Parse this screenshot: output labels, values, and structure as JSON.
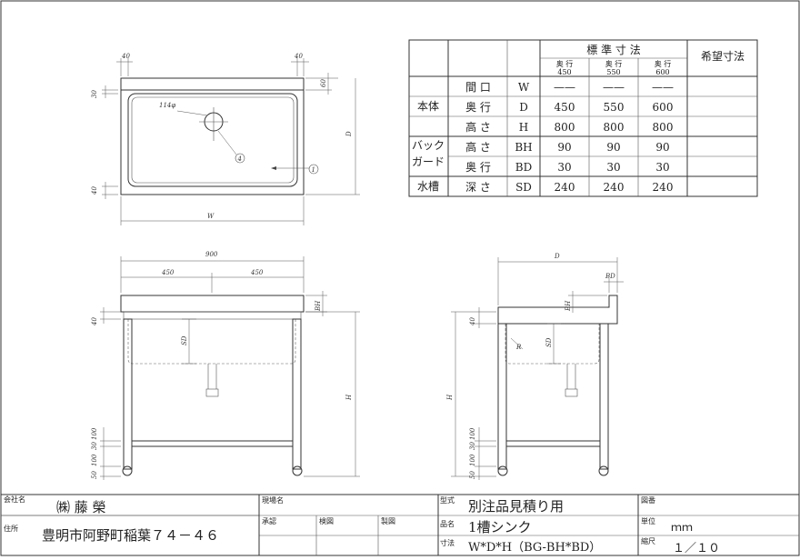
{
  "drawing": {
    "top_view": {
      "dims": {
        "left_margin": "40",
        "right_margin": "40",
        "back_top": "30",
        "back_right": "60",
        "depth": "D",
        "front_margin": "40",
        "width": "W",
        "drain": "114φ"
      },
      "balloons": [
        "4",
        "1"
      ]
    },
    "front_view": {
      "dims": {
        "total_width": "900",
        "half_left": "450",
        "half_right": "450",
        "bh": "BH",
        "rim": "40",
        "bowl_depth": "SD",
        "height": "H",
        "bar_a": "100",
        "bar_b": "30",
        "bar_c": "50",
        "bar_d": "100"
      }
    },
    "side_view": {
      "dims": {
        "depth": "D",
        "bd": "BD",
        "bh": "BH",
        "rim": "40",
        "radius": "R",
        "bowl_depth": "SD",
        "height": "H",
        "bar_a": "100",
        "bar_b": "30",
        "bar_c": "50",
        "bar_d": "100"
      }
    }
  },
  "spec_table": {
    "header_standard": "標 準 寸 法",
    "header_custom": "希望寸法",
    "col_heads": [
      {
        "top": "奥 行",
        "bottom": "450"
      },
      {
        "top": "奥 行",
        "bottom": "550"
      },
      {
        "top": "奥 行",
        "bottom": "600"
      }
    ],
    "groups": [
      {
        "label": [
          "本体"
        ]
      },
      {
        "label": [
          "バック",
          "ガード"
        ]
      },
      {
        "label": [
          "水槽"
        ]
      }
    ],
    "rows": [
      {
        "item": "間 口",
        "code": "W",
        "values": [
          "——",
          "——",
          "——"
        ]
      },
      {
        "item": "奥 行",
        "code": "D",
        "values": [
          "450",
          "550",
          "600"
        ]
      },
      {
        "item": "高 さ",
        "code": "H",
        "values": [
          "800",
          "800",
          "800"
        ]
      },
      {
        "item": "高 さ",
        "code": "BH",
        "values": [
          "90",
          "90",
          "90"
        ]
      },
      {
        "item": "奥 行",
        "code": "BD",
        "values": [
          "30",
          "30",
          "30"
        ]
      },
      {
        "item": "深 さ",
        "code": "SD",
        "values": [
          "240",
          "240",
          "240"
        ]
      }
    ]
  },
  "title_block": {
    "company_label": "会社名",
    "company_value": "㈱ 藤 榮",
    "address_label": "住所",
    "address_value": "豊明市阿野町稲葉７４－４６",
    "site_label": "現場名",
    "approve_label": "承認",
    "check_label": "検図",
    "draft_label": "製図",
    "type_label": "型式",
    "type_value": "別注品見積り用",
    "name_label": "品名",
    "name_value": "1槽シンク",
    "size_label": "寸法",
    "size_value": "W*D*H（BG-BH*BD）",
    "drawing_no_label": "図番",
    "unit_label": "単位",
    "unit_value": "ｍｍ",
    "scale_label": "縮尺",
    "scale_value": "１／１０"
  }
}
